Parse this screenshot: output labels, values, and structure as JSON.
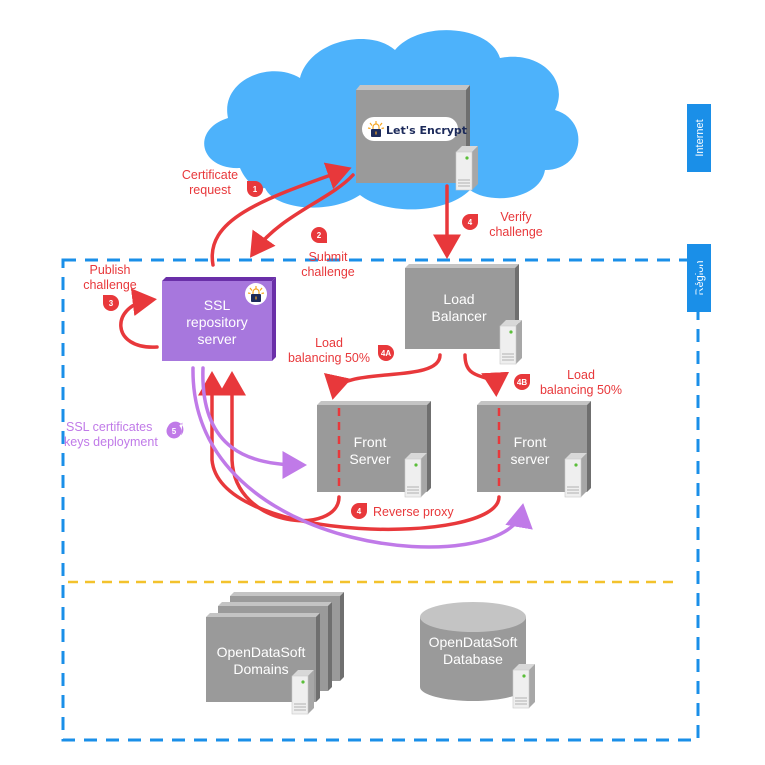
{
  "colors": {
    "cloud": "#4db2fb",
    "region_border": "#1a8fe8",
    "zone_tag": "#1a8fe8",
    "separator": "#f3c22c",
    "server_box": "#9a9a9a",
    "server_box_side": "#6f6f6f",
    "ssl_box": "#a777dd",
    "ssl_box_side": "#6a2fa8",
    "flow_red": "#e8383b",
    "flow_purple": "#c07ae8",
    "le_text": "#1c2a5a"
  },
  "zones": {
    "internet": "Internet",
    "region": "Région"
  },
  "nodes": {
    "lets_encrypt": {
      "label": "Let's Encrypt"
    },
    "ssl_repo": {
      "line1": "SSL",
      "line2": "repository",
      "line3": "server"
    },
    "load_balancer": {
      "line1": "Load",
      "line2": "Balancer"
    },
    "front_server_a": {
      "line1": "Front",
      "line2": "Server"
    },
    "front_server_b": {
      "line1": "Front",
      "line2": "server"
    },
    "odsoft_domains": {
      "line1": "OpenDataSoft",
      "line2": "Domains"
    },
    "odsoft_database": {
      "line1": "OpenDataSoft",
      "line2": "Database"
    }
  },
  "steps": [
    {
      "badge": "1",
      "line1": "Certificate",
      "line2": "request"
    },
    {
      "badge": "2",
      "line1": "Submit",
      "line2": "challenge"
    },
    {
      "badge": "3",
      "line1": "Publish",
      "line2": "challenge"
    },
    {
      "badge": "4",
      "line1": "Verify",
      "line2": "challenge"
    },
    {
      "badge": "4A",
      "line1": "Load",
      "line2": "balancing 50%"
    },
    {
      "badge": "4B",
      "line1": "Load",
      "line2": "balancing 50%"
    },
    {
      "badge": "4",
      "line1": "Reverse proxy"
    },
    {
      "badge": "5",
      "line1": "SSL certificates",
      "line2": "keys deployment"
    }
  ]
}
